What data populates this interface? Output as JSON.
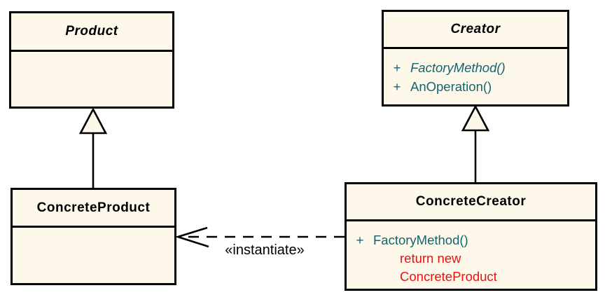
{
  "classes": {
    "product": {
      "name": "Product"
    },
    "creator": {
      "name": "Creator",
      "members": [
        {
          "visibility": "+",
          "name": "FactoryMethod()"
        },
        {
          "visibility": "+",
          "name": "AnOperation()"
        }
      ]
    },
    "concrete_product": {
      "name": "ConcreteProduct"
    },
    "concrete_creator": {
      "name": "ConcreteCreator",
      "members": [
        {
          "visibility": "+",
          "name": "FactoryMethod()"
        }
      ],
      "note_lines": [
        "return new",
        "ConcreteProduct"
      ]
    }
  },
  "relations": {
    "instantiate_label": "«instantiate»"
  },
  "colors": {
    "box_fill": "#fdf8ea",
    "border_black": "#000000",
    "method_teal": "#136570",
    "note_red": "#ea1010",
    "background": "#ffffff"
  }
}
